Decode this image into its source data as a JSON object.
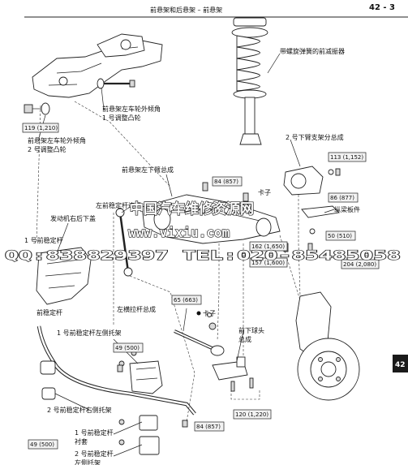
{
  "header": {
    "section_title": "前悬架和后悬架 – 前悬架",
    "page_number": "42 - 3"
  },
  "side_tab": "42",
  "labels": {
    "coil_spring_shock": "带螺旋弹簧的前减振器",
    "no1_camber_cam_l1": "前悬架左车轮外倾角",
    "no1_camber_cam_l2": "1 号调整凸轮",
    "no2_camber_cam_l1": "前悬架左车轮外倾角",
    "no2_camber_cam_l2": "2 号调整凸轮",
    "no2_lower_bracket": "2 号下臂支架分总成",
    "lower_arm_left": "前悬架左下臂总成",
    "stabilizer_link_left": "左前稳定杆连杆",
    "engine_under_cover": "发动机右后下盖",
    "no1_stabilizer_bushing": "1 号前稳定杆",
    "clip_top": "卡子",
    "longitudinal_plate": "纵梁板件",
    "front_stabilizer_bar": "前稳定杆",
    "tie_rod_left": "左横拉杆总成",
    "clip_mid": "卡子",
    "no1_bracket_left": "1 号前稳定杆左侧托架",
    "lower_ball_joint_l1": "前下球头",
    "lower_ball_joint_l2": "总成",
    "no2_bracket_right": "2 号前稳定杆右侧托架",
    "no1_bushing_l1": "1 号前稳定杆",
    "no1_bushing_l2": "衬套",
    "no2_bushing_l1": "2 号前稳定杆",
    "no2_bushing_l2": "左侧托架"
  },
  "torques": {
    "t119": "119 (1,210)",
    "t113": "113 (1,152)",
    "t84a": "84 (857)",
    "t86": "86 (877)",
    "t50": "50 (510)",
    "t162": "162 (1,650)",
    "t157": "157 (1,600)",
    "t204": "204 (2,080)",
    "t65": "65 (663)",
    "t49a": "49 (500)",
    "t120": "120 (1,220)",
    "t84b": "84 (857)",
    "t49b": "49 (500)"
  },
  "watermark": {
    "line1": "中国汽车维修资源网",
    "line2": "www.vixiu.com",
    "line3": "QQ:838829397  TEL:020-85485058"
  }
}
